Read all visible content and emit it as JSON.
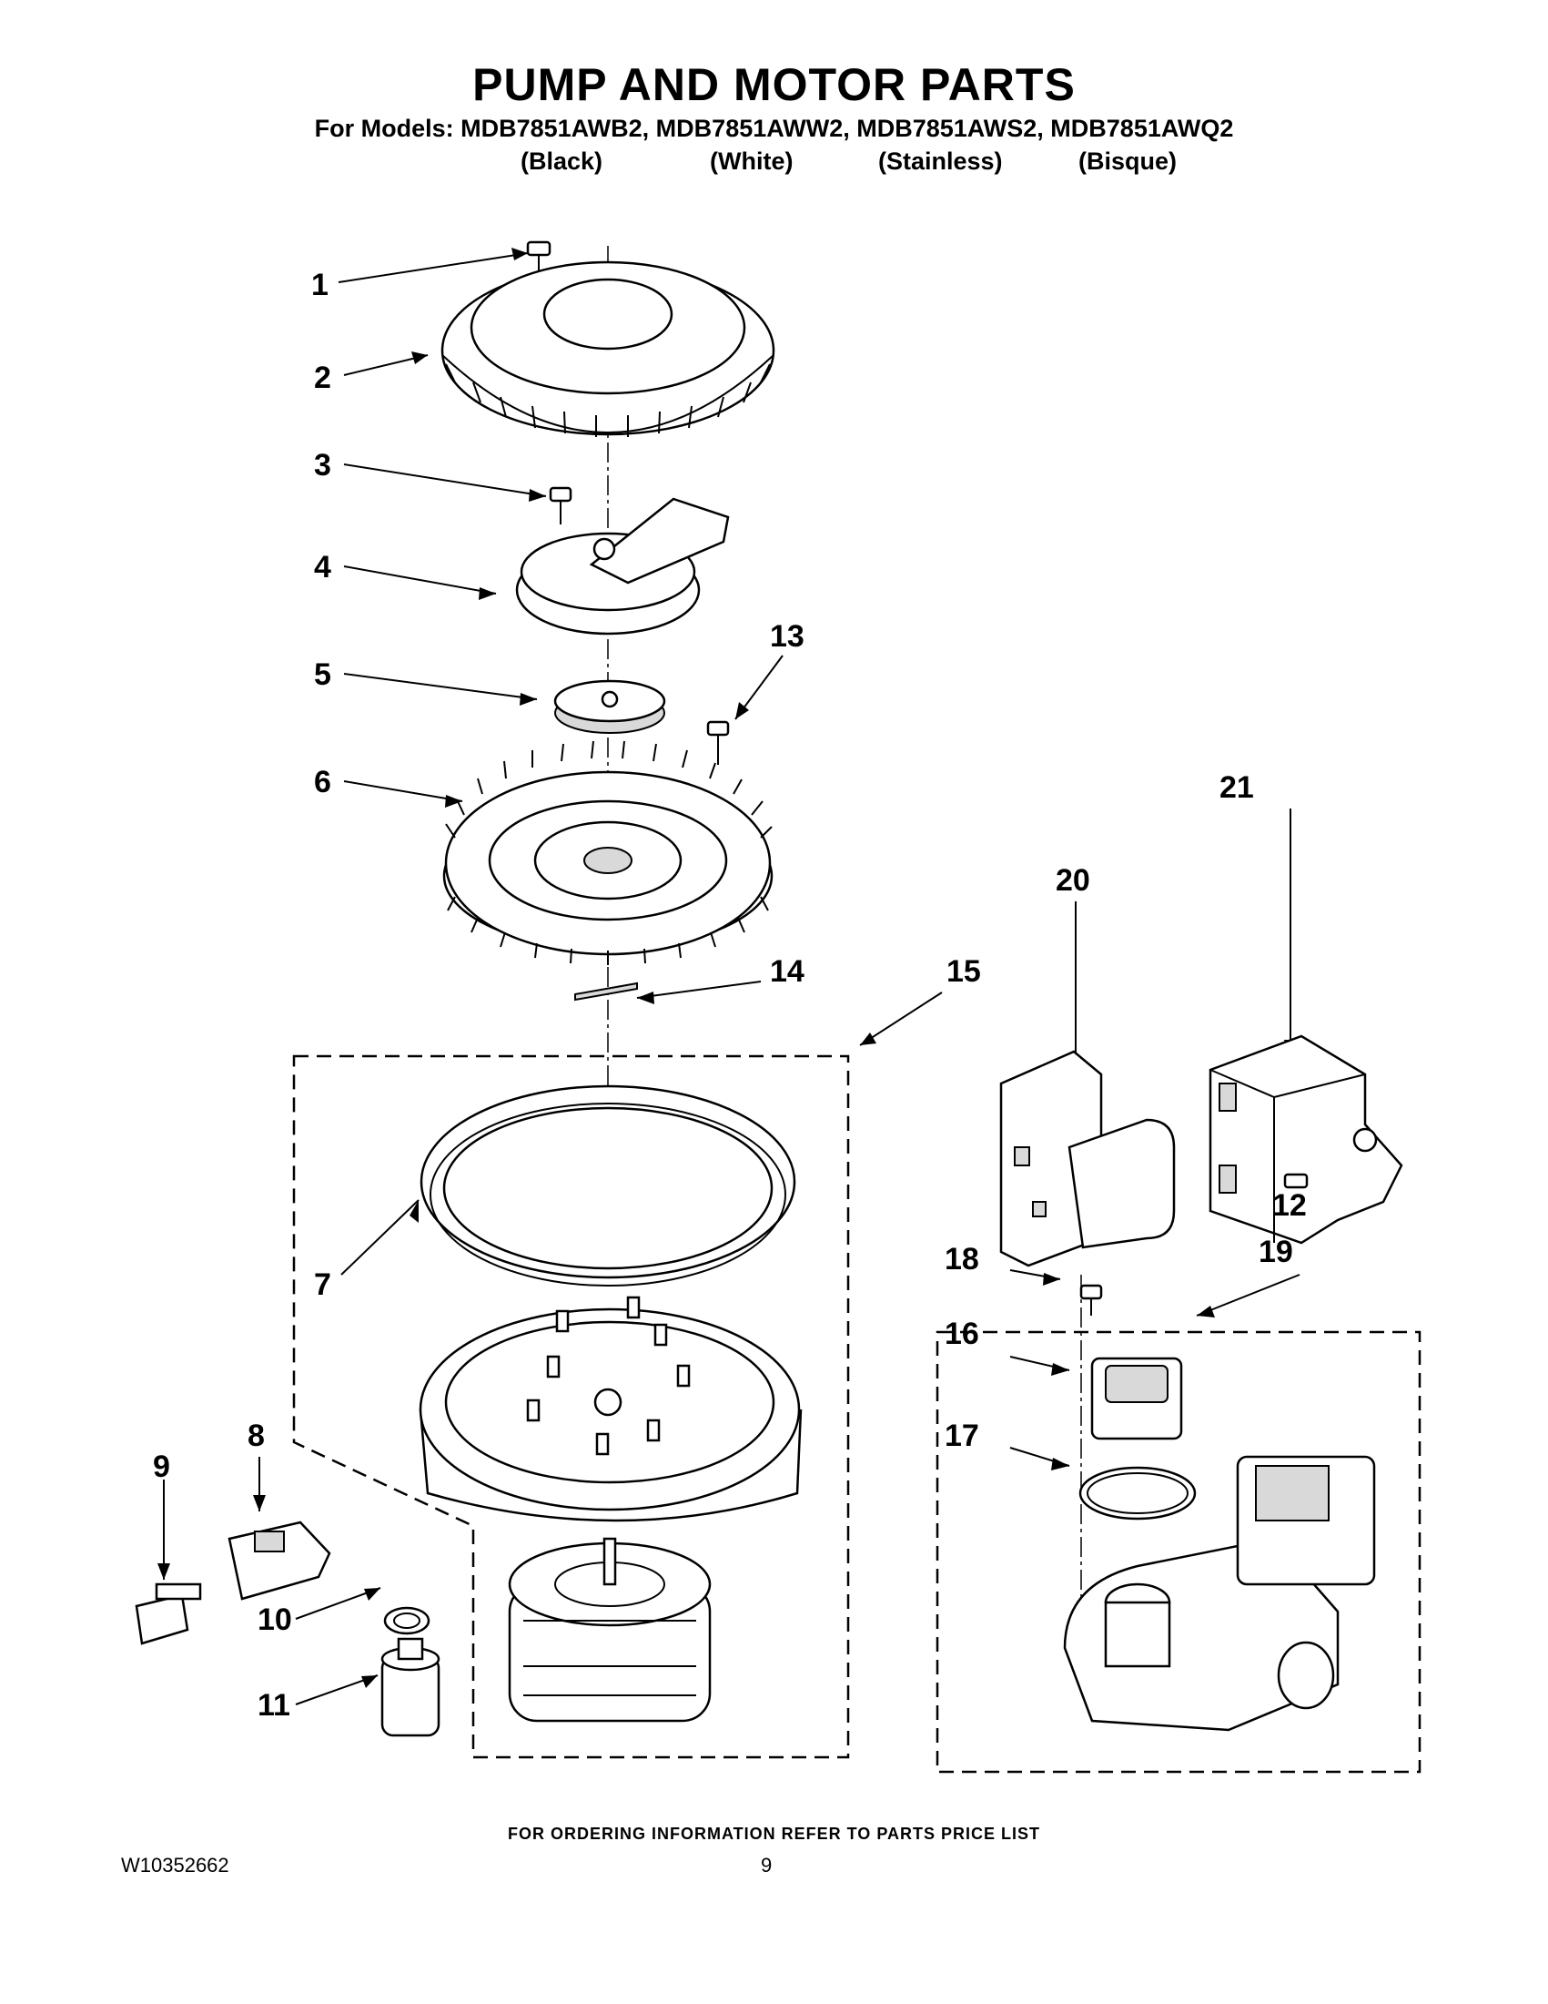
{
  "header": {
    "title": "PUMP AND MOTOR PARTS",
    "models_line": "For Models: MDB7851AWB2, MDB7851AWW2, MDB7851AWS2, MDB7851AWQ2",
    "finishes": [
      "(Black)",
      "(White)",
      "(Stainless)",
      "(Bisque)"
    ]
  },
  "callouts": [
    "1",
    "2",
    "3",
    "4",
    "5",
    "6",
    "7",
    "8",
    "9",
    "10",
    "11",
    "12",
    "13",
    "14",
    "15",
    "16",
    "17",
    "18",
    "19",
    "20",
    "21"
  ],
  "footer": {
    "note": "FOR ORDERING INFORMATION REFER TO PARTS PRICE LIST",
    "doc_number": "W10352662",
    "page_number": "9"
  }
}
